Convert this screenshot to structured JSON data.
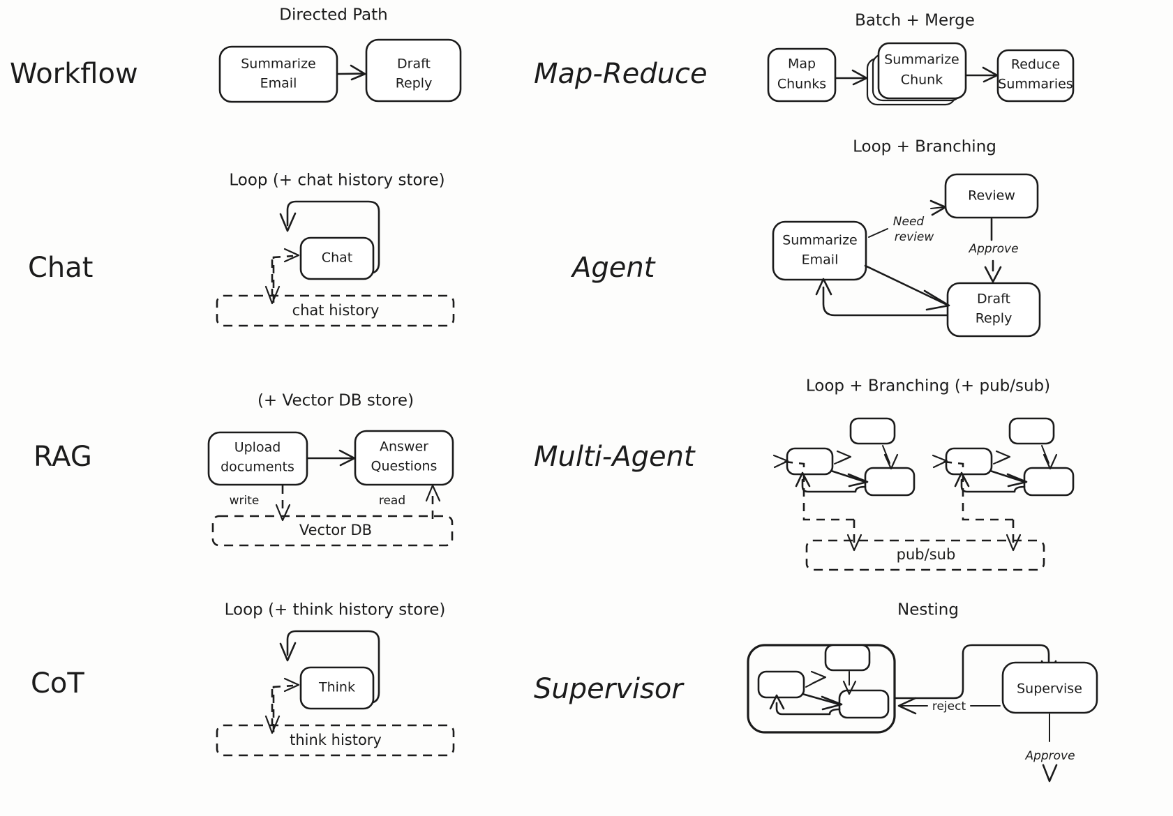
{
  "diagram": {
    "title_text": "Agentic patterns comparison diagram",
    "background": "#fdfdfc",
    "ink": "#1b1b1b"
  },
  "rows": [
    {
      "id": "workflow",
      "label": "Workflow",
      "caption": "Directed Path",
      "nodes": [
        "Summarize Email",
        "Draft Reply"
      ],
      "store": null,
      "edge_labels": []
    },
    {
      "id": "chat",
      "label": "Chat",
      "caption": "Loop (+ chat history store)",
      "nodes": [
        "Chat"
      ],
      "store": "chat history",
      "edge_labels": []
    },
    {
      "id": "rag",
      "label": "RAG",
      "caption": "(+ Vector DB store)",
      "nodes": [
        "Upload documents",
        "Answer Questions"
      ],
      "store": "Vector DB",
      "edge_labels": [
        "write",
        "read"
      ]
    },
    {
      "id": "cot",
      "label": "CoT",
      "caption": "Loop (+ think history store)",
      "nodes": [
        "Think"
      ],
      "store": "think history",
      "edge_labels": []
    },
    {
      "id": "map-reduce",
      "label": "Map-Reduce",
      "caption": "Batch + Merge",
      "nodes": [
        "Map Chunks",
        "Summarize Chunk",
        "Reduce Summaries"
      ],
      "store": null,
      "edge_labels": []
    },
    {
      "id": "agent",
      "label": "Agent",
      "caption": "Loop + Branching",
      "nodes": [
        "Summarize Email",
        "Review",
        "Draft Reply"
      ],
      "store": null,
      "edge_labels": [
        "Need review",
        "Approve"
      ]
    },
    {
      "id": "multi-agent",
      "label": "Multi-Agent",
      "caption": "Loop + Branching (+ pub/sub)",
      "nodes": [
        "",
        "",
        "",
        "",
        "",
        ""
      ],
      "store": "pub/sub",
      "edge_labels": []
    },
    {
      "id": "supervisor",
      "label": "Supervisor",
      "caption": "Nesting",
      "nodes": [
        "",
        "",
        "",
        "Supervise"
      ],
      "store": null,
      "edge_labels": [
        "reject",
        "Approve"
      ]
    }
  ],
  "labels": {
    "workflow": "Workflow",
    "chat": "Chat",
    "rag": "RAG",
    "cot": "CoT",
    "map_reduce": "Map-Reduce",
    "agent": "Agent",
    "multi_agent": "Multi-Agent",
    "supervisor": "Supervisor"
  },
  "captions": {
    "directed_path": "Directed Path",
    "loop_chat": "Loop (+ chat history store)",
    "vector_db": "(+ Vector DB store)",
    "loop_think": "Loop (+ think history store)",
    "batch_merge": "Batch + Merge",
    "loop_branching": "Loop + Branching",
    "loop_branching_pubsub": "Loop + Branching (+ pub/sub)",
    "nesting": "Nesting"
  },
  "nodes": {
    "summarize_email_l1": "Summarize",
    "summarize_email_l2": "Email",
    "draft_reply_l1": "Draft",
    "draft_reply_l2": "Reply",
    "chat": "Chat",
    "chat_history": "chat history",
    "upload_l1": "Upload",
    "upload_l2": "documents",
    "answer_l1": "Answer",
    "answer_l2": "Questions",
    "vector_db": "Vector DB",
    "think": "Think",
    "think_history": "think history",
    "map_l1": "Map",
    "map_l2": "Chunks",
    "summarize_chunk_l1": "Summarize",
    "summarize_chunk_l2": "Chunk",
    "reduce_l1": "Reduce",
    "reduce_l2": "Summaries",
    "agent_summarize_l1": "Summarize",
    "agent_summarize_l2": "Email",
    "review": "Review",
    "agent_draft_l1": "Draft",
    "agent_draft_l2": "Reply",
    "pubsub": "pub/sub",
    "supervise": "Supervise"
  },
  "edge_labels": {
    "write": "write",
    "read": "read",
    "need_review_l1": "Need",
    "need_review_l2": "review",
    "approve": "Approve",
    "reject": "reject",
    "sup_approve": "Approve"
  }
}
